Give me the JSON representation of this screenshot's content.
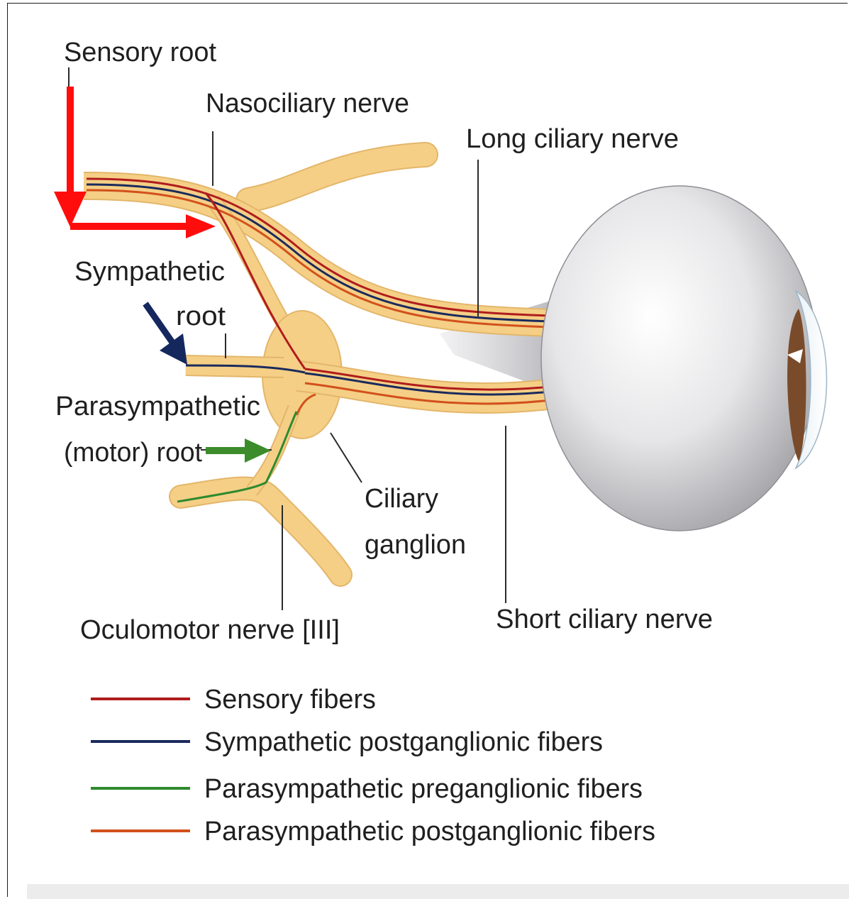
{
  "labels": {
    "sensory_root": "Sensory root",
    "nasociliary_nerve": "Nasociliary nerve",
    "long_ciliary_nerve": "Long ciliary nerve",
    "sympathetic_root_line1": "Sympathetic",
    "sympathetic_root_line2": "root",
    "parasympathetic_root_line1": "Parasympathetic",
    "parasympathetic_root_line2": "(motor) root",
    "ciliary_ganglion_line1": "Ciliary",
    "ciliary_ganglion_line2": "ganglion",
    "oculomotor_nerve": "Oculomotor nerve [III]",
    "short_ciliary_nerve": "Short ciliary nerve"
  },
  "legend": [
    {
      "label": "Sensory fibers",
      "color": "#b01c1c"
    },
    {
      "label": "Sympathetic postganglionic fibers",
      "color": "#1a2a5c"
    },
    {
      "label": "Parasympathetic preganglionic fibers",
      "color": "#2e8a2e"
    },
    {
      "label": "Parasympathetic postganglionic fibers",
      "color": "#d2501c"
    }
  ],
  "colors": {
    "nerve_fill": "#f5cf86",
    "nerve_edge": "#e3b66a",
    "eyeball": "#d6d6d8",
    "red_arrow": "#ff0d0d",
    "navy_arrow": "#14285e",
    "green_arrow": "#3c8c2c"
  }
}
